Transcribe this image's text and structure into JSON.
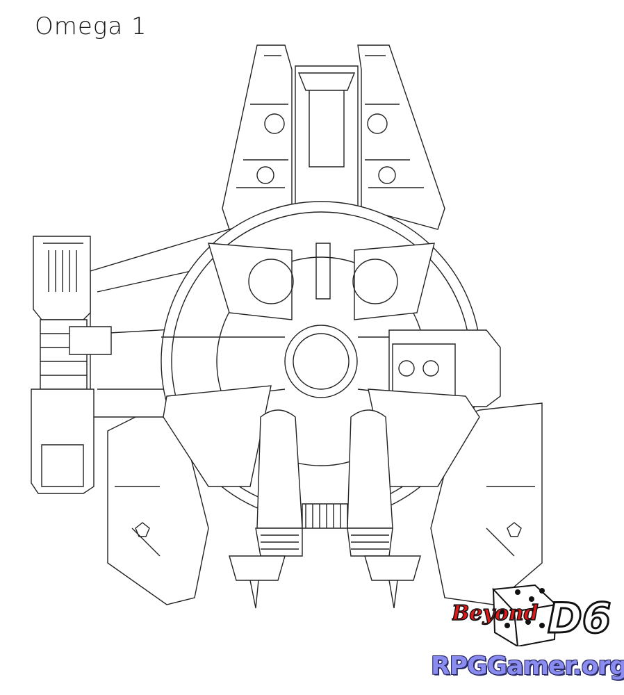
{
  "title": "Omega 1",
  "logo": {
    "beyond": "Beyond",
    "d6": "D6",
    "site": "RPGGamer.org"
  },
  "colors": {
    "line": "#222222",
    "logo_red": "#e01818",
    "logo_blue": "#8a8cf0"
  }
}
